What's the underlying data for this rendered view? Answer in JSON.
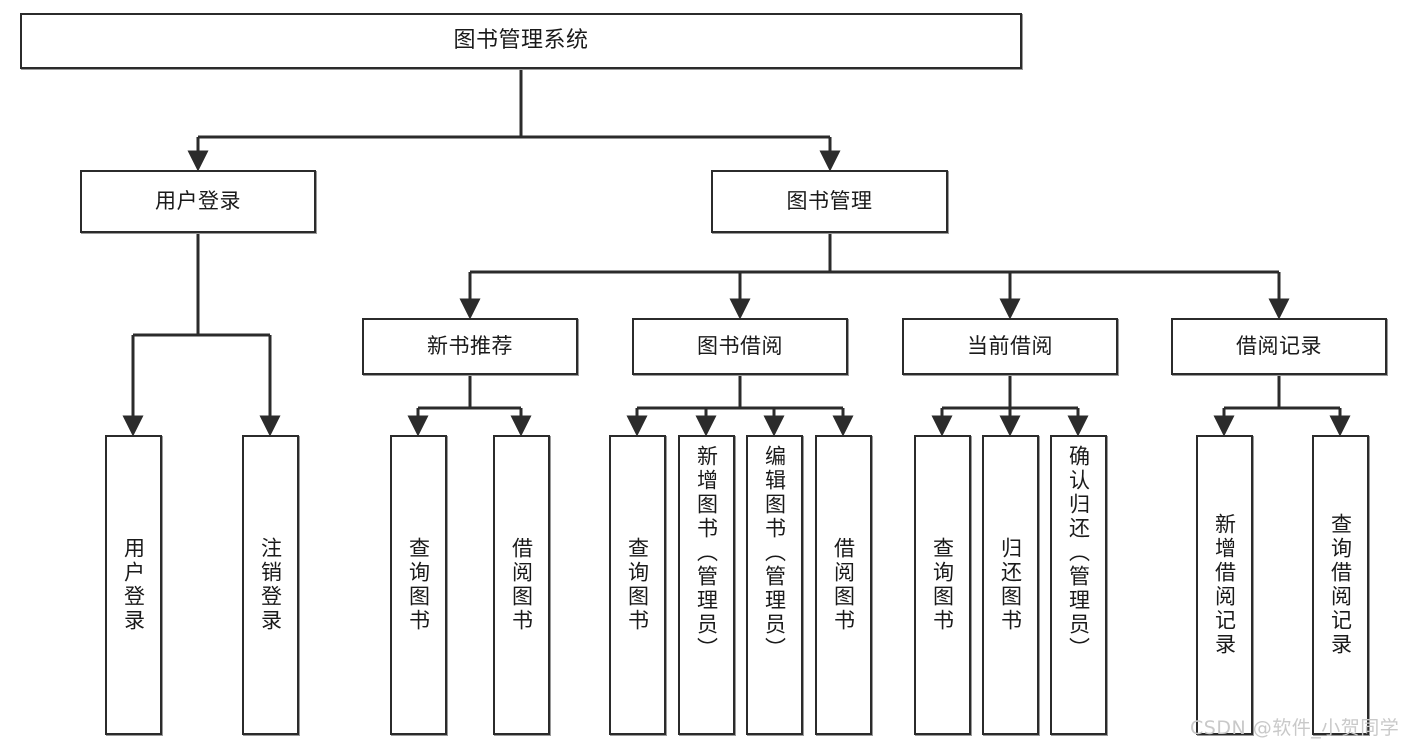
{
  "diagram": {
    "title": "图书管理系统",
    "type": "tree-hierarchy",
    "watermark": "CSDN @软件_小贺同学",
    "colors": {
      "box_border": "#2b2b2b",
      "box_fill": "#ffffff",
      "edge": "#2b2b2b",
      "text": "#1a1a1a",
      "watermark": "#c9c9c9",
      "background": "#ffffff"
    },
    "nodes": {
      "root": {
        "label": "图书管理系统",
        "level": 0
      },
      "level1": [
        {
          "id": "user-login",
          "label": "用户登录"
        },
        {
          "id": "book-manage",
          "label": "图书管理"
        }
      ],
      "level2": [
        {
          "id": "new-book-rec",
          "label": "新书推荐",
          "parent": "book-manage"
        },
        {
          "id": "book-borrow",
          "label": "图书借阅",
          "parent": "book-manage"
        },
        {
          "id": "current-borrow",
          "label": "当前借阅",
          "parent": "book-manage"
        },
        {
          "id": "borrow-record",
          "label": "借阅记录",
          "parent": "book-manage"
        }
      ],
      "leaves": [
        {
          "id": "leaf-user-login",
          "label": "用户登录",
          "parent": "user-login"
        },
        {
          "id": "leaf-user-logout",
          "label": "注销登录",
          "parent": "user-login"
        },
        {
          "id": "leaf-rec-query",
          "label": "查询图书",
          "parent": "new-book-rec"
        },
        {
          "id": "leaf-rec-borrow",
          "label": "借阅图书",
          "parent": "new-book-rec"
        },
        {
          "id": "leaf-borrow-query",
          "label": "查询图书",
          "parent": "book-borrow"
        },
        {
          "id": "leaf-borrow-add",
          "label": "新增图书（管理员）",
          "parent": "book-borrow"
        },
        {
          "id": "leaf-borrow-edit",
          "label": "编辑图书（管理员）",
          "parent": "book-borrow"
        },
        {
          "id": "leaf-borrow-lend",
          "label": "借阅图书",
          "parent": "book-borrow"
        },
        {
          "id": "leaf-cur-query",
          "label": "查询图书",
          "parent": "current-borrow"
        },
        {
          "id": "leaf-cur-return",
          "label": "归还图书",
          "parent": "current-borrow"
        },
        {
          "id": "leaf-cur-confirm",
          "label": "确认归还（管理员）",
          "parent": "current-borrow"
        },
        {
          "id": "leaf-rec-add",
          "label": "新增借阅记录",
          "parent": "borrow-record"
        },
        {
          "id": "leaf-rec-query2",
          "label": "查询借阅记录",
          "parent": "borrow-record"
        }
      ]
    }
  }
}
